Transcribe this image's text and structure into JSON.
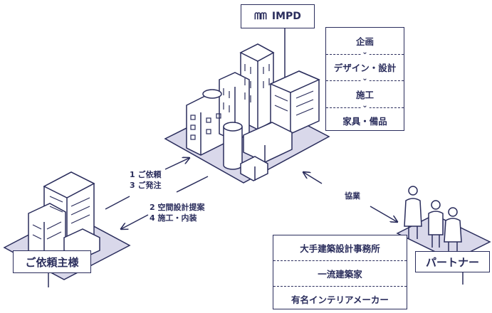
{
  "company": {
    "logo_glyph": "ᗰᗰ",
    "name": "IMPD"
  },
  "services": [
    "企画",
    "デザイン・設計",
    "施工",
    "家具・備品"
  ],
  "flows": {
    "client_to_impd": [
      "1 ご依頼",
      "3 ご発注"
    ],
    "impd_to_client": [
      "2 空間設計提案",
      "4 施工・内装"
    ],
    "collaboration": "協業"
  },
  "client_label": "ご依頼主様",
  "partner_label": "パートナー",
  "partners": [
    "大手建築設計事務所",
    "一流建築家",
    "有名インテリアメーカー"
  ],
  "colors": {
    "ink": "#2a2d5c",
    "ground": "#d9d8ea",
    "background": "#ffffff"
  }
}
